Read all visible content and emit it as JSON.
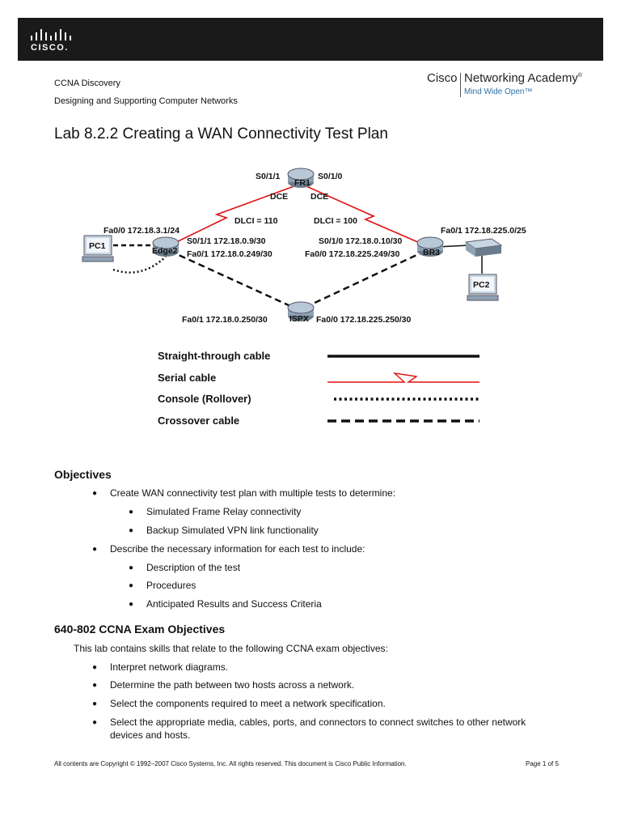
{
  "header": {
    "brand_word": "CISCO.",
    "course": "CCNA Discovery",
    "subtitle": "Designing and Supporting Computer Networks",
    "academy": {
      "cisco": "Cisco",
      "name": "Networking Academy",
      "registered": "®",
      "tagline": "Mind Wide Open™"
    }
  },
  "title": "Lab 8.2.2 Creating a WAN Connectivity Test Plan",
  "topology": {
    "devices": {
      "fr1": "FR1",
      "edge2": "Edge2",
      "br3": "BR3",
      "ispx": "ISPX",
      "pc1": "PC1",
      "pc2": "PC2"
    },
    "labels": {
      "fr1_left_iface": "S0/1/1",
      "fr1_right_iface": "S0/1/0",
      "dce_left": "DCE",
      "dce_right": "DCE",
      "dlci_left": "DLCI = 110",
      "dlci_right": "DLCI = 100",
      "edge2_fa00": "Fa0/0 172.18.3.1/24",
      "edge2_s011": "S0/1/1 172.18.0.9/30",
      "edge2_fa01": "Fa0/1 172.18.0.249/30",
      "br3_s010": "S0/1/0 172.18.0.10/30",
      "br3_fa00": "Fa0/0 172.18.225.249/30",
      "br3_fa01": "Fa0/1 172.18.225.0/25",
      "ispx_fa01": "Fa0/1 172.18.0.250/30",
      "ispx_fa00": "Fa0/0 172.18.225.250/30"
    },
    "legend": [
      "Straight-through cable",
      "Serial cable",
      "Console (Rollover)",
      "Crossover cable"
    ]
  },
  "objectives": {
    "heading": "Objectives",
    "items": [
      "Create WAN connectivity test plan with multiple tests to determine:",
      "Simulated Frame Relay connectivity",
      "Backup Simulated VPN link functionality",
      "Describe the necessary information for each test to include:",
      "Description of the test",
      "Procedures",
      "Anticipated Results and Success Criteria"
    ]
  },
  "exam": {
    "heading": "640-802 CCNA Exam Objectives",
    "intro": "This lab contains skills that relate to the following CCNA exam objectives:",
    "items": [
      "Interpret network diagrams.",
      "Determine the path between two hosts across a network.",
      "Select the components required to meet a network specification.",
      "Select the appropriate media, cables, ports, and connectors to connect switches to other network",
      "devices and hosts."
    ]
  },
  "footer": {
    "copyright": "All contents are Copyright © 1992–2007 Cisco Systems, Inc. All rights reserved. This document is Cisco Public Information.",
    "page": "Page 1 of 5"
  }
}
